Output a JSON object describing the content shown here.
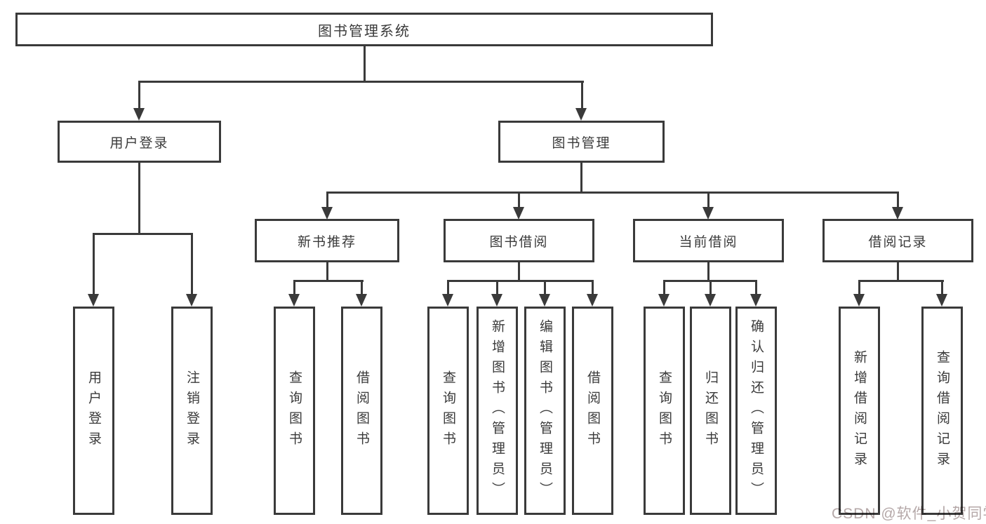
{
  "colors": {
    "line": "#3a3a3a",
    "text": "#3a3a3a",
    "box_background": "#ffffff",
    "page_background": "#ffffff",
    "watermark": "#b5a8a8"
  },
  "tree": {
    "root": {
      "label": "图书管理系统"
    },
    "level2": [
      {
        "label": "用户登录"
      },
      {
        "label": "图书管理"
      }
    ],
    "level3": [
      {
        "label": "新书推荐"
      },
      {
        "label": "图书借阅"
      },
      {
        "label": "当前借阅"
      },
      {
        "label": "借阅记录"
      }
    ],
    "leaves": {
      "user_login": [
        {
          "label": "用户登录"
        },
        {
          "label": "注销登录"
        }
      ],
      "new_book_recommend": [
        {
          "label": "查询图书"
        },
        {
          "label": "借阅图书"
        }
      ],
      "book_borrow": [
        {
          "label": "查询图书"
        },
        {
          "label": "新增图书（管理员）"
        },
        {
          "label": "编辑图书（管理员）"
        },
        {
          "label": "借阅图书"
        }
      ],
      "current_borrow": [
        {
          "label": "查询图书"
        },
        {
          "label": "归还图书"
        },
        {
          "label": "确认归还（管理员）"
        }
      ],
      "borrow_records": [
        {
          "label": "新增借阅记录"
        },
        {
          "label": "查询借阅记录"
        }
      ]
    }
  },
  "watermark": {
    "text": "CSDN @软件_小贺同学"
  }
}
